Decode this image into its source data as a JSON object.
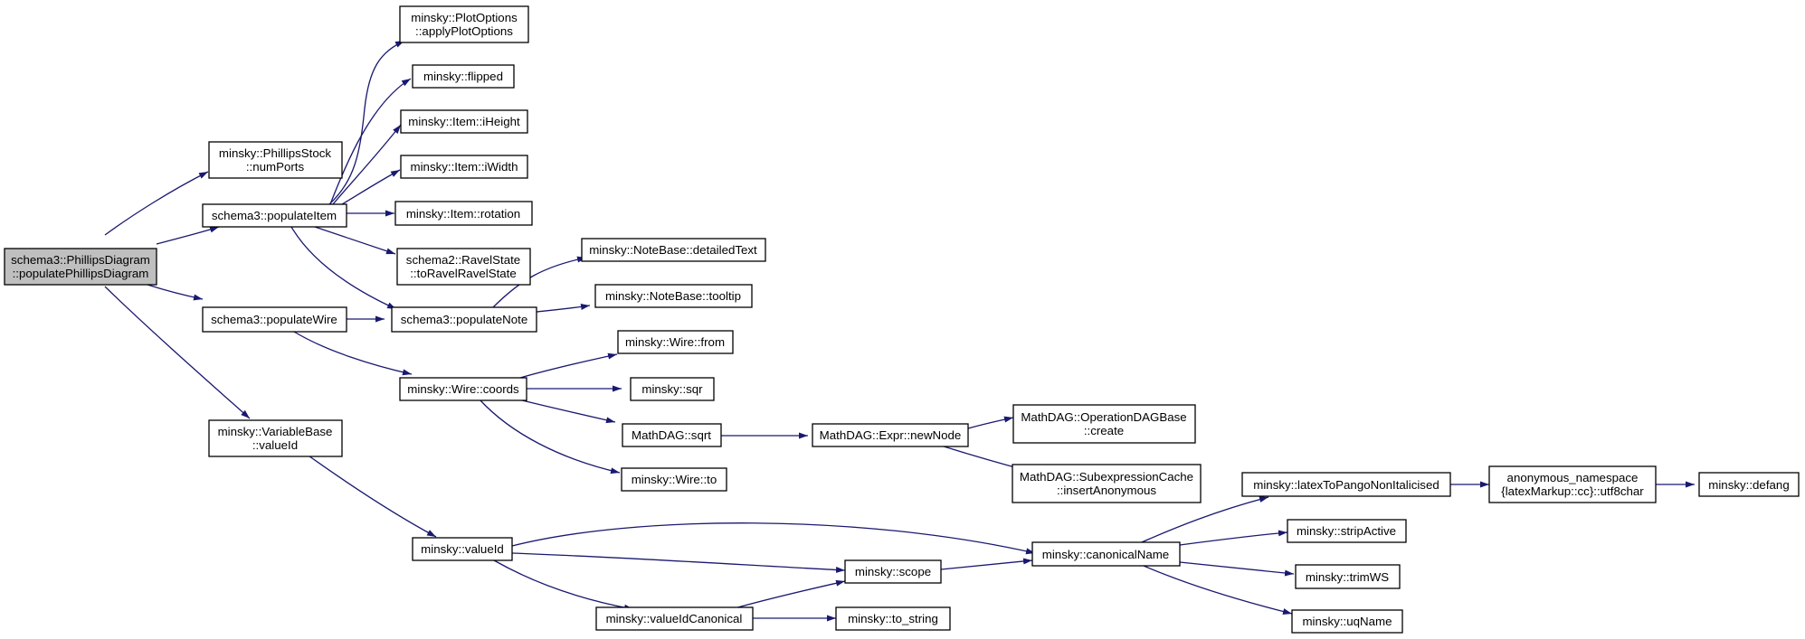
{
  "graph": {
    "nodes": {
      "root": [
        "schema3::PhillipsDiagram",
        "::populatePhillipsDiagram"
      ],
      "numPorts": [
        "minsky::PhillipsStock",
        "::numPorts"
      ],
      "populateItem": [
        "schema3::populateItem"
      ],
      "populateWire": [
        "schema3::populateWire"
      ],
      "valueIdVB": [
        "minsky::VariableBase",
        "::valueId"
      ],
      "applyPlotOptions": [
        "minsky::PlotOptions",
        "::applyPlotOptions"
      ],
      "flipped": [
        "minsky::flipped"
      ],
      "iHeight": [
        "minsky::Item::iHeight"
      ],
      "iWidth": [
        "minsky::Item::iWidth"
      ],
      "rotation": [
        "minsky::Item::rotation"
      ],
      "toRavelRavelState": [
        "schema2::RavelState",
        "::toRavelRavelState"
      ],
      "populateNote": [
        "schema3::populateNote"
      ],
      "detailedText": [
        "minsky::NoteBase::detailedText"
      ],
      "tooltip": [
        "minsky::NoteBase::tooltip"
      ],
      "coords": [
        "minsky::Wire::coords"
      ],
      "wireFrom": [
        "minsky::Wire::from"
      ],
      "sqr": [
        "minsky::sqr"
      ],
      "sqrt": [
        "MathDAG::sqrt"
      ],
      "wireTo": [
        "minsky::Wire::to"
      ],
      "newNode": [
        "MathDAG::Expr::newNode"
      ],
      "create": [
        "MathDAG::OperationDAGBase",
        "::create"
      ],
      "insertAnonymous": [
        "MathDAG::SubexpressionCache",
        "::insertAnonymous"
      ],
      "valueId": [
        "minsky::valueId"
      ],
      "scope": [
        "minsky::scope"
      ],
      "valueIdCanonical": [
        "minsky::valueIdCanonical"
      ],
      "toString": [
        "minsky::to_string"
      ],
      "canonicalName": [
        "minsky::canonicalName"
      ],
      "latexToPango": [
        "minsky::latexToPangoNonItalicised"
      ],
      "stripActive": [
        "minsky::stripActive"
      ],
      "trimWS": [
        "minsky::trimWS"
      ],
      "uqName": [
        "minsky::uqName"
      ],
      "utf8char": [
        "anonymous_namespace",
        "{latexMarkup::cc}::utf8char"
      ],
      "defang": [
        "minsky::defang"
      ]
    },
    "root_fill": "#bfbfbf",
    "node_fill": "#ffffff",
    "edge_color": "#191970"
  }
}
